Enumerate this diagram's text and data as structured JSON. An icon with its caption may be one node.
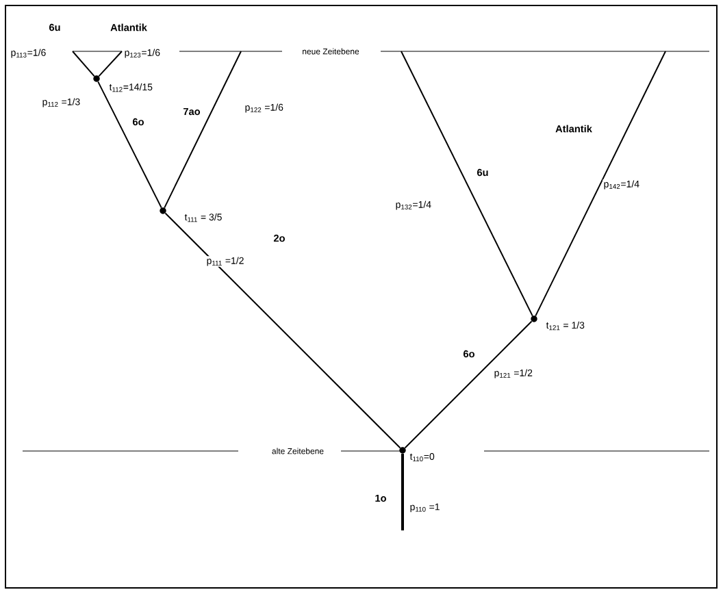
{
  "diagram": {
    "nodes": [
      {
        "text": [],
        "shape": "circle",
        "beside": [
          "t$_{110}$=0"
        ]
      },
      {
        "text": [],
        "shape": "circle",
        "beside": [
          "t$_{111}$ = 3/5"
        ]
      },
      {
        "text": [],
        "shape": "circle",
        "beside": [
          "t$_{112}$=14/15"
        ]
      },
      {
        "text": [],
        "shape": "circle",
        "beside": [
          "t$_{121}$ = 1/3"
        ]
      }
    ],
    "edges": [
      {
        "from": null,
        "to": 0,
        "arrow": "none",
        "style": "thick",
        "label": "p$_{110}$ =1"
      },
      {
        "from": 0,
        "to": 1,
        "arrow": "none",
        "label": "p$_{111}$ =1/2"
      },
      {
        "from": 1,
        "to": 2,
        "arrow": "none",
        "label": "p$_{112}$ =1/3"
      },
      {
        "from": 2,
        "to": null,
        "arrow": "none",
        "label": "p$_{113}$=1/6"
      },
      {
        "from": 2,
        "to": null,
        "arrow": "none",
        "label": "p$_{123}$=1/6"
      },
      {
        "from": 1,
        "to": null,
        "arrow": "none",
        "label": "p$_{122}$ =1/6"
      },
      {
        "from": 0,
        "to": 3,
        "arrow": "none",
        "label": "p$_{121}$ =1/2"
      },
      {
        "from": 3,
        "to": null,
        "arrow": "none",
        "label": "p$_{132}$=1/4"
      },
      {
        "from": 3,
        "to": null,
        "arrow": "none",
        "label": "p$_{142}$=1/4"
      }
    ],
    "labels": [
      "6u",
      "Atlantik",
      "neue Zeitebene",
      "6o",
      "7ao",
      "Atlantik",
      "6u",
      "2o",
      "6o",
      "alte Zeitebene",
      "1o"
    ]
  }
}
